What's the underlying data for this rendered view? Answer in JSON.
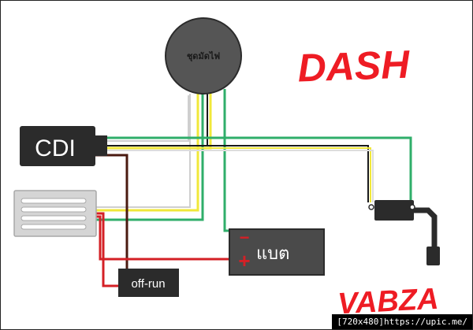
{
  "labels": {
    "coil": "ชุดมัดไฟ",
    "cdi": "CDI",
    "battery": "แบต",
    "battery_minus": "−",
    "battery_plus": "+",
    "switch": "off-run",
    "model": "DASH",
    "author": "VABZA"
  },
  "watermark": {
    "size": "[720x480]",
    "url": "https://upic.me/"
  },
  "colors": {
    "wire_green": "#2fae6a",
    "wire_yellow": "#f1e83a",
    "wire_red": "#d42026",
    "wire_brown": "#4a1a10",
    "wire_black": "#1a1a1a",
    "wire_white": "#e8e8e8",
    "component_dark": "#2b2b2b",
    "battery_fill": "#4a4a4a",
    "handwriting_red": "#ee1c24"
  },
  "icons": {
    "regulator": "regulator-fins-icon",
    "ignition_coil": "ignition-coil-icon"
  }
}
